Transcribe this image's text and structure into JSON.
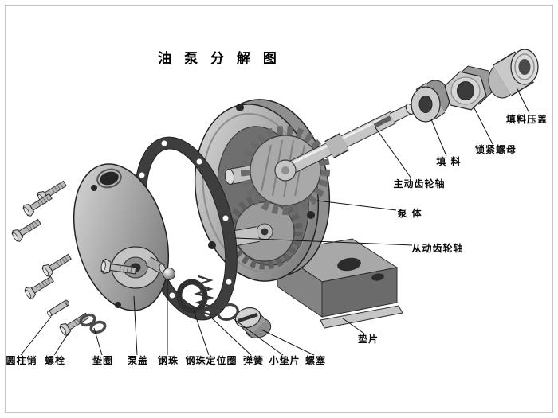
{
  "title": "油 泵 分 解 图",
  "parts": [
    {
      "id": "packing-gland",
      "label": "填料压盖"
    },
    {
      "id": "lock-nut",
      "label": "锁紧螺母"
    },
    {
      "id": "packing",
      "label": "填 料"
    },
    {
      "id": "driving-gear-shaft",
      "label": "主动齿轮轴"
    },
    {
      "id": "pump-body",
      "label": "泵 体"
    },
    {
      "id": "driven-gear-shaft",
      "label": "从动齿轮轴"
    },
    {
      "id": "shim",
      "label": "垫片"
    },
    {
      "id": "cylindrical-pin",
      "label": "圆柱销"
    },
    {
      "id": "bolt",
      "label": "螺栓"
    },
    {
      "id": "washer",
      "label": "垫圈"
    },
    {
      "id": "pump-cover",
      "label": "泵盖"
    },
    {
      "id": "steel-ball",
      "label": "钢珠"
    },
    {
      "id": "ball-retainer-ring",
      "label": "钢珠定位圈"
    },
    {
      "id": "spring",
      "label": "弹簧"
    },
    {
      "id": "small-shim",
      "label": "小垫片"
    },
    {
      "id": "screw-plug",
      "label": "螺塞"
    }
  ],
  "colors": {
    "ink": "#111111",
    "paper": "#ffffff",
    "metal_light": "#e8e8e8",
    "metal_mid": "#a8a8a8",
    "metal_dark": "#555555"
  }
}
